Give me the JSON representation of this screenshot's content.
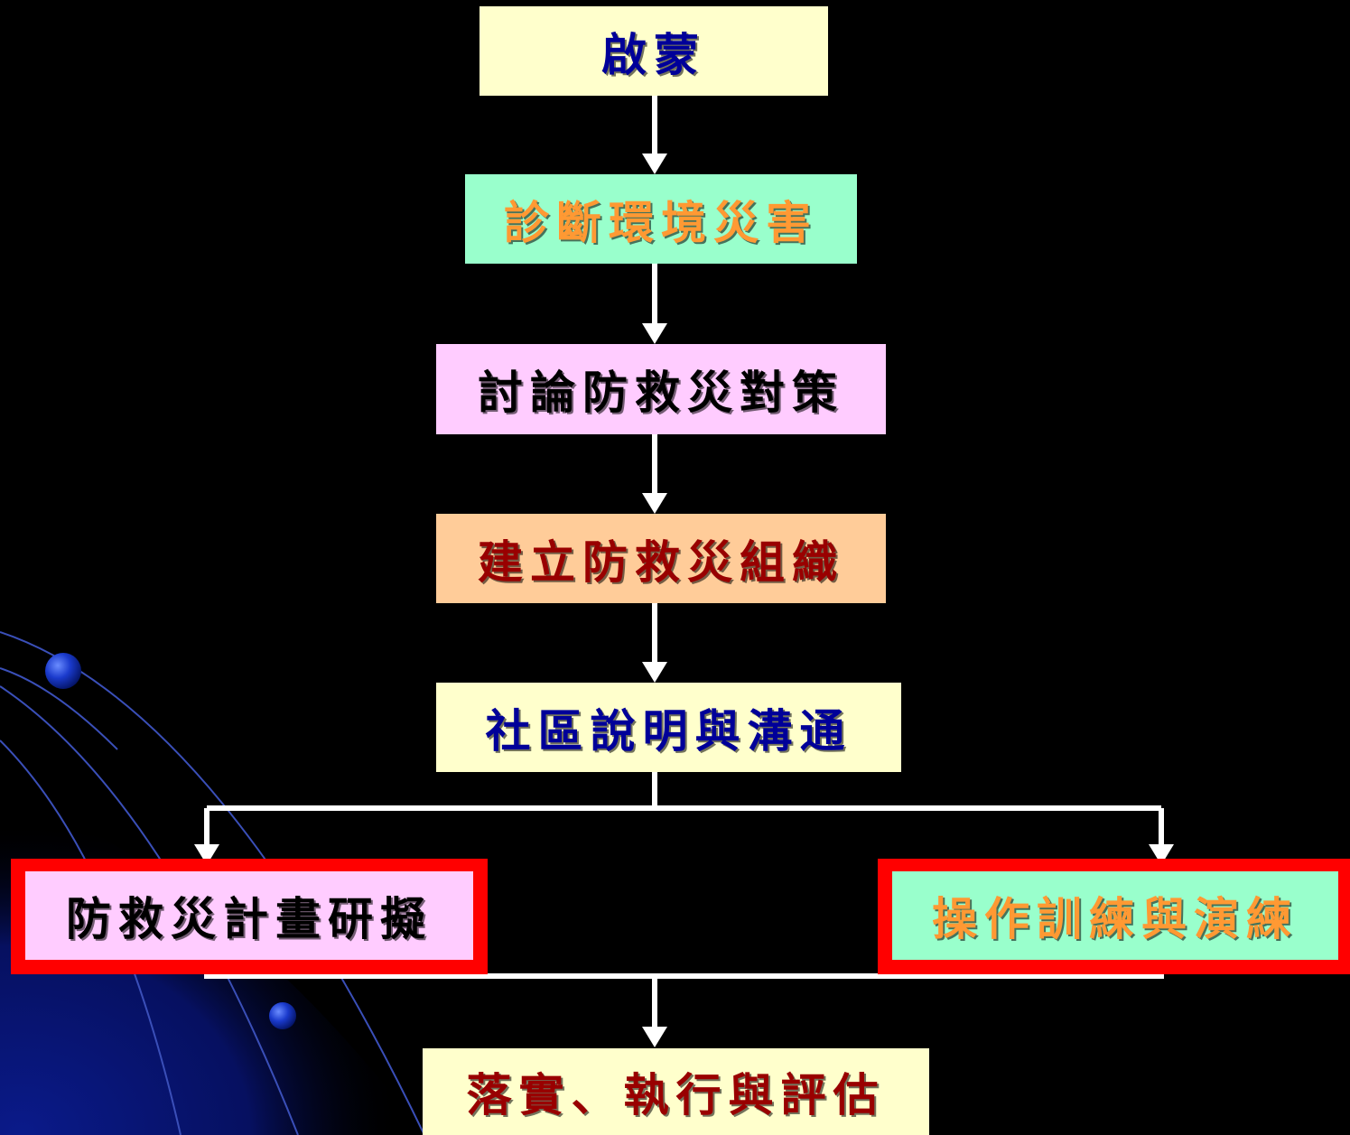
{
  "nodes": {
    "enlightenment": {
      "label": "啟蒙",
      "bg": "#ffffcc",
      "color": "#000099"
    },
    "diagnose": {
      "label": "診斷環境災害",
      "bg": "#99ffcc",
      "color": "#ff9933"
    },
    "discuss": {
      "label": "討論防救災對策",
      "bg": "#ffccff",
      "color": "#000000"
    },
    "organize": {
      "label": "建立防救災組織",
      "bg": "#ffcc99",
      "color": "#990000"
    },
    "communicate": {
      "label": "社區說明與溝通",
      "bg": "#ffffcc",
      "color": "#000099"
    },
    "plan": {
      "label": "防救災計畫研擬",
      "bg": "#ffccff",
      "color": "#000000"
    },
    "drill": {
      "label": "操作訓練與演練",
      "bg": "#99ffcc",
      "color": "#ff9933"
    },
    "implement": {
      "label": "落實、執行與評估",
      "bg": "#ffffcc",
      "color": "#990000"
    }
  },
  "colors": {
    "background": "#000000",
    "connector": "#ffffff",
    "highlight": "#ff0000"
  }
}
